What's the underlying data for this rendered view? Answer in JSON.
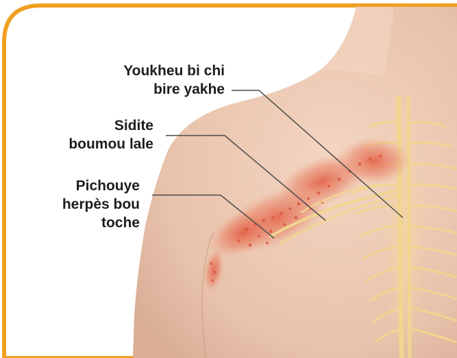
{
  "labels": {
    "spinal_nerve": {
      "line1": "Youkheu bi chi",
      "line2": "bire yakhe"
    },
    "inflamed_nerve": {
      "line1": "Sidite",
      "line2": "boumou lale"
    },
    "rash": {
      "line1": "Pichouye",
      "line2": "herpès bou",
      "line3": "toche"
    }
  },
  "colors": {
    "border": "#f0a020",
    "background": "#ffffff",
    "skin": "#ecc8b2",
    "nerve": "#f1d590",
    "rash": "#e4785e",
    "label_text": "#1d1d1d",
    "leader_line": "#4a4a4a"
  },
  "icons": {
    "illustration": "shingles-back-anatomy"
  }
}
